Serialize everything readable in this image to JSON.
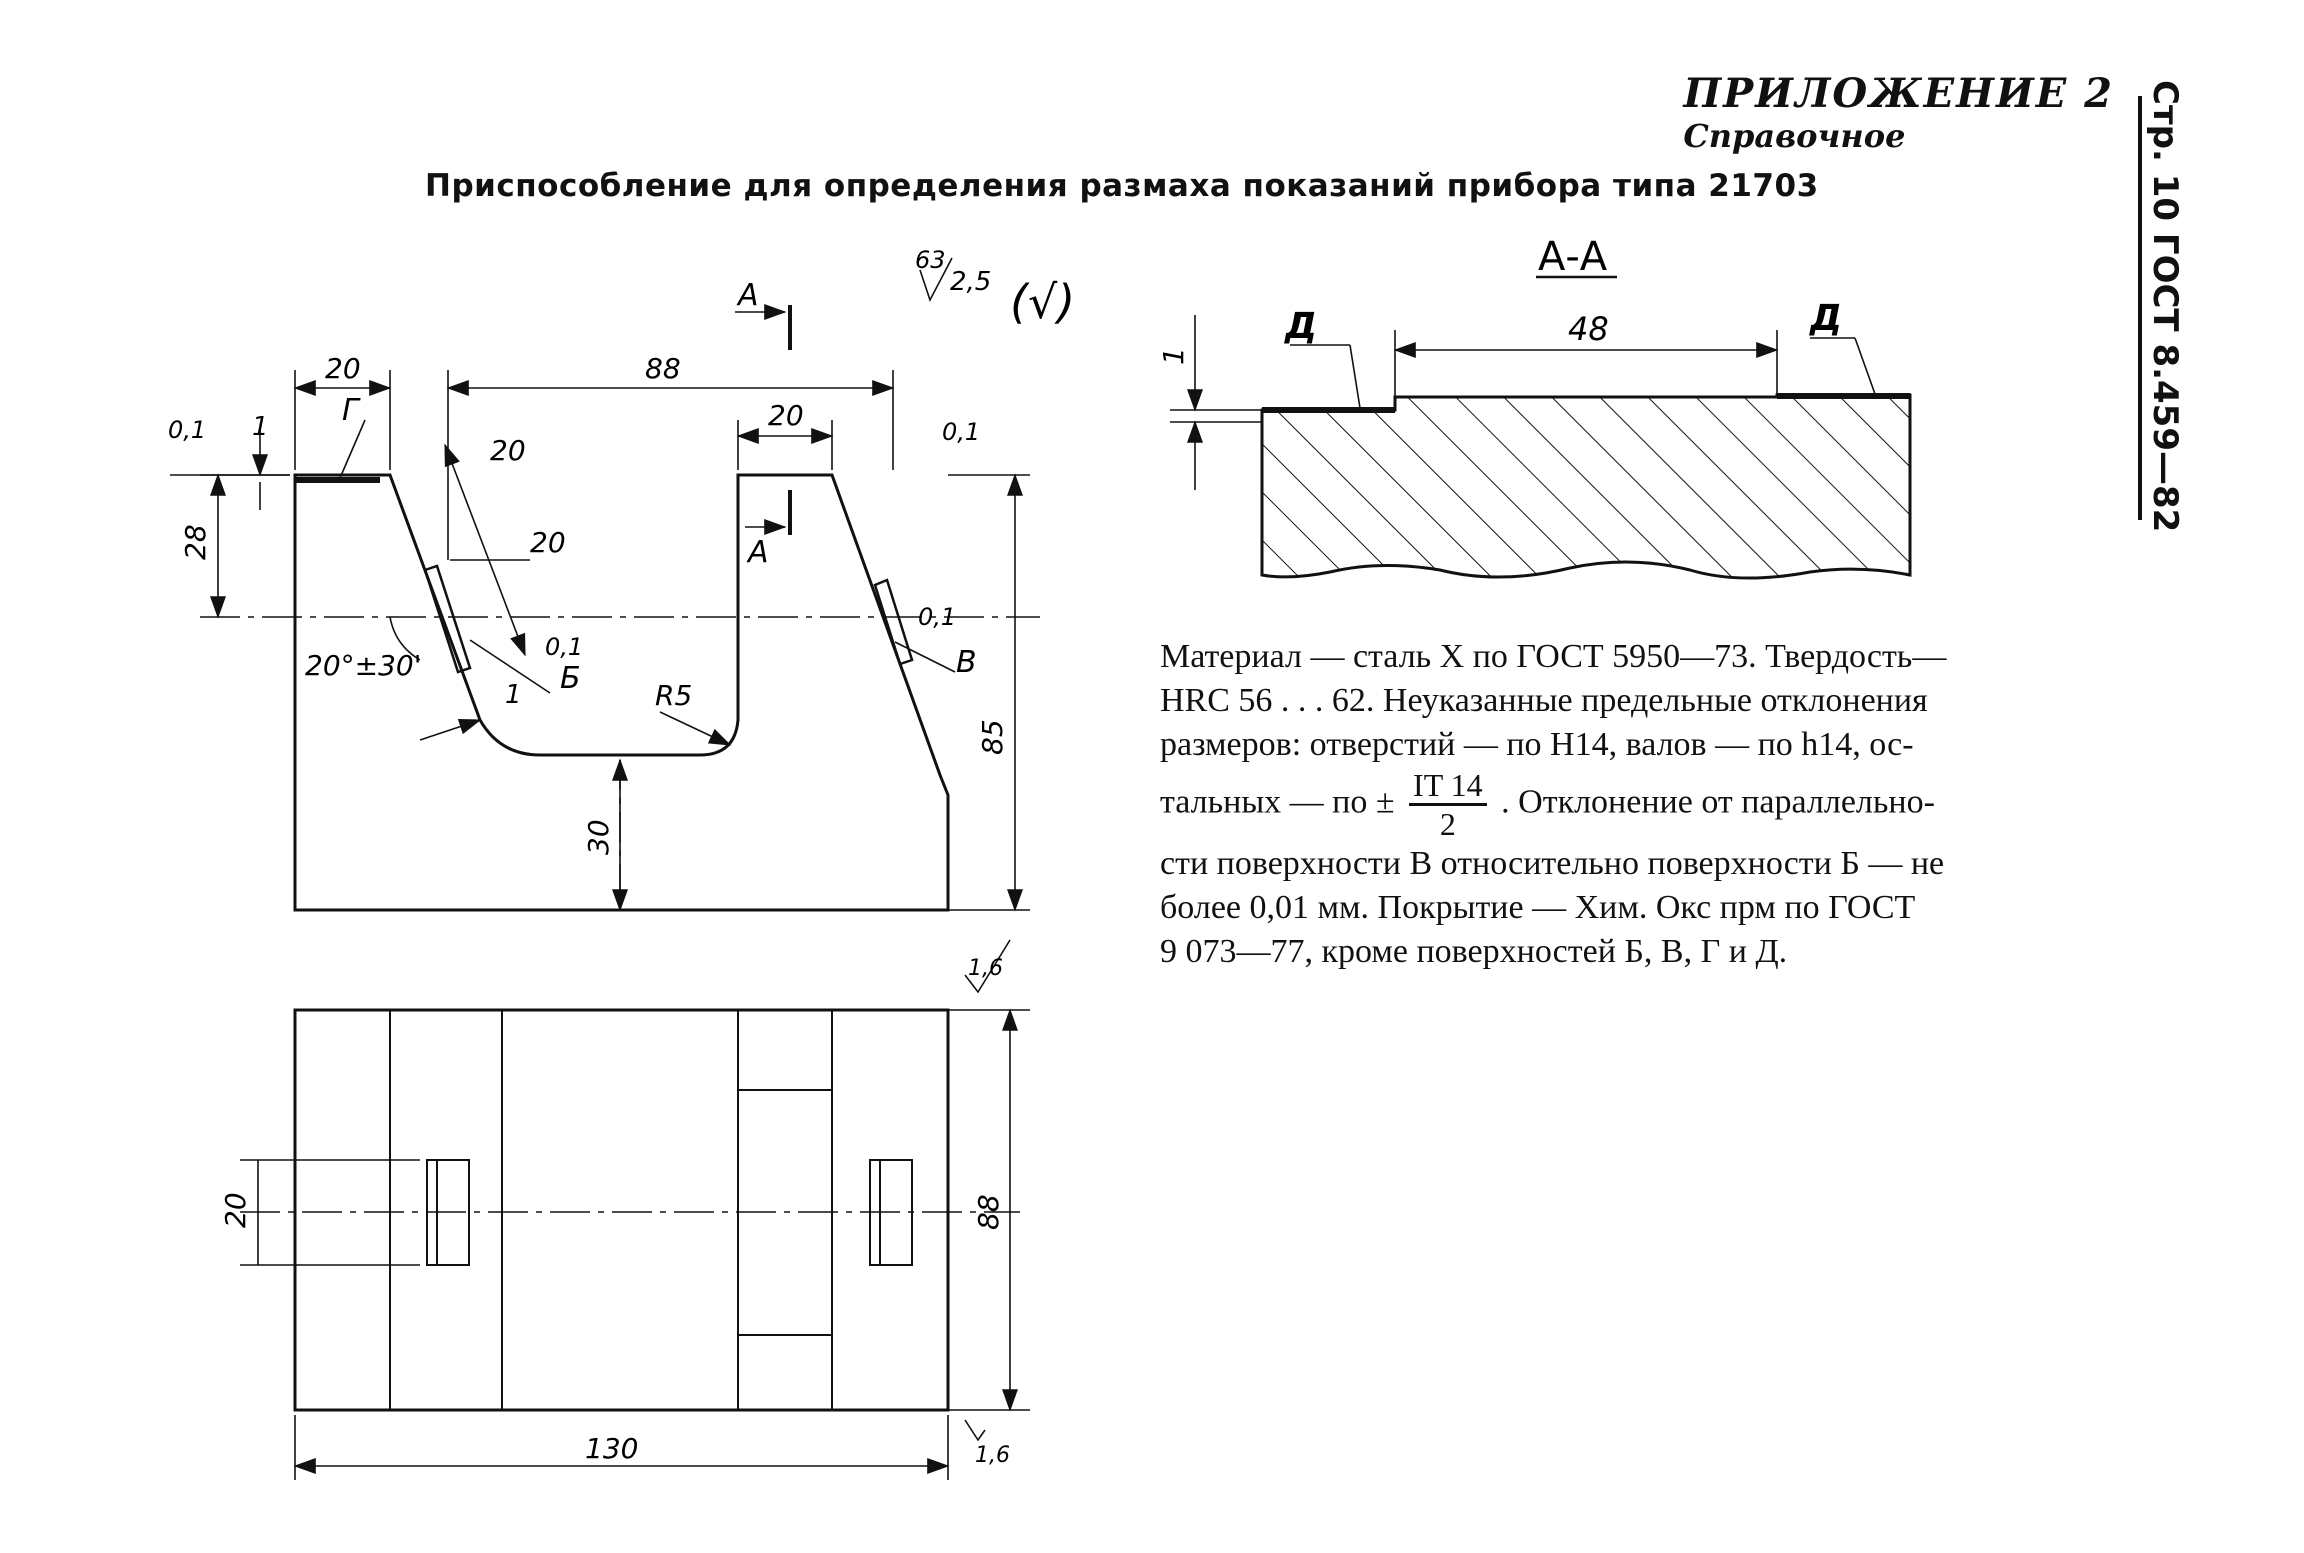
{
  "header": {
    "appendix": "ПРИЛОЖЕНИЕ 2",
    "appendix_type": "Справочное",
    "page_ref": "Стр. 10 ГОСТ 8.459—82",
    "title": "Приспособление для определения размаха показаний прибора типа 21703"
  },
  "drawing": {
    "section_label": "А-А",
    "section_mark": "А",
    "roughness_main": "63",
    "roughness_value": "2,5",
    "dims": {
      "d20_left": "20",
      "d88_top": "88",
      "d20_mid": "20",
      "d28": "28",
      "d1": "1",
      "d01_left": "0,1",
      "d01_right": "0,1",
      "d20_slant_a": "20",
      "d20_slant_b": "20",
      "angle": "20°±30'",
      "d01_b": "0,1",
      "d01_v": "0,1",
      "d1_small": "1",
      "r5": "R5",
      "d85": "85",
      "d30": "30",
      "d16_top": "1,6",
      "d20_plan": "20",
      "d88_plan": "88",
      "d130": "130",
      "d16_bottom": "1,6",
      "d48": "48",
      "d1_section": "1"
    },
    "surfaces": {
      "g": "Г",
      "b": "Б",
      "v": "В",
      "d1": "Д",
      "d2": "Д"
    }
  },
  "notes": {
    "line1": "Материал — сталь Х по ГОСТ 5950—73. Твердость—",
    "line2": "HRC 56 . . . 62. Неуказанные предельные отклонения",
    "line3": "размеров: отверстий — по Н14, валов — по h14, ос-",
    "line4a": "тальных — по ±",
    "frac_num": "IT 14",
    "frac_den": "2",
    "line4b": ". Отклонение от параллельно-",
    "line5": "сти поверхности В относительно поверхности Б — не",
    "line6": "более 0,01 мм. Покрытие — Хим. Окс прм по ГОСТ",
    "line7": "9 073—77, кроме поверхностей Б, В, Г и Д."
  }
}
